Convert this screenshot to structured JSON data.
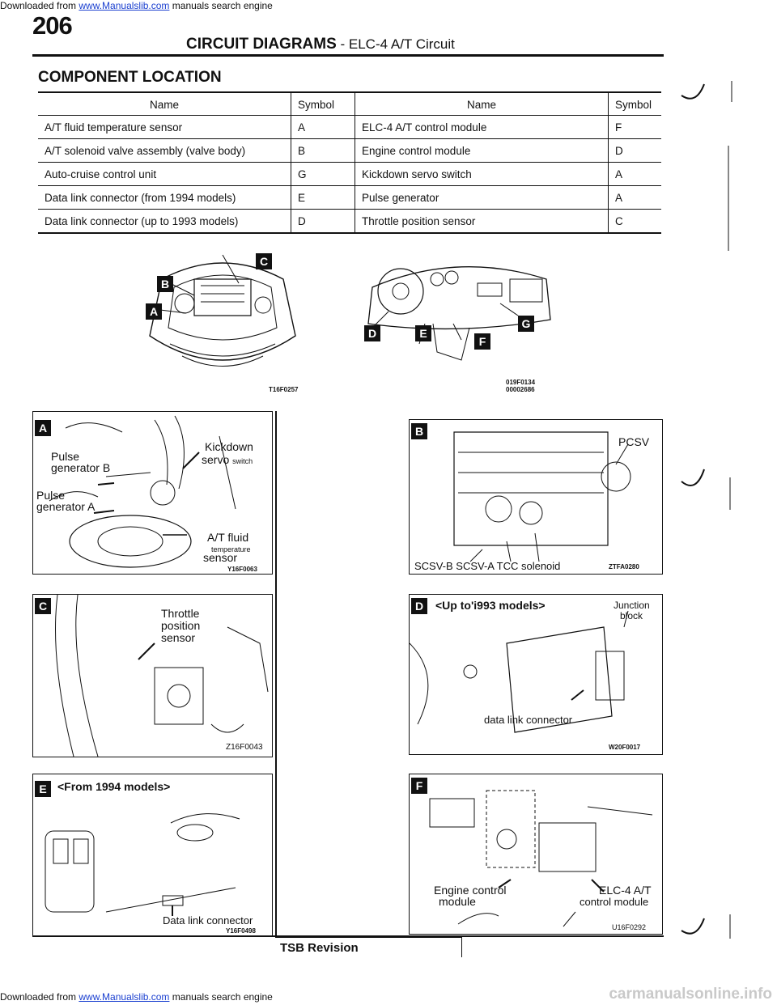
{
  "header": {
    "source_prefix": "Downloaded from ",
    "source_link": "www.Manualslib.com",
    "source_suffix": " manuals search engine",
    "page_number": "206",
    "title": "CIRCUIT DIAGRAMS",
    "title_sub": " - ELC-4 A/T Circuit"
  },
  "section_title": "COMPONENT LOCATION",
  "table": {
    "headers": [
      "Name",
      "Symbol",
      "Name",
      "Symbol"
    ],
    "rows": [
      [
        "A/T fluid temperature sensor",
        "A",
        "ELC-4 A/T control module",
        "F"
      ],
      [
        "A/T solenoid valve assembly (valve body)",
        "B",
        "Engine control module",
        "D"
      ],
      [
        "Auto-cruise control unit",
        "G",
        "Kickdown servo switch",
        "A"
      ],
      [
        "Data link connector (from 1994 models)",
        "E",
        "Pulse generator",
        "A"
      ],
      [
        "Data link connector (up to 1993 models)",
        "D",
        "Throttle position sensor",
        "C"
      ]
    ]
  },
  "overview": {
    "engine_bay_badges": [
      "C",
      "B",
      "A"
    ],
    "engine_bay_code": "T16F0257",
    "dash_badges": [
      "D",
      "E",
      "F",
      "G"
    ],
    "dash_code_1": "019F0134",
    "dash_code_2": "00002686"
  },
  "panels": {
    "a": {
      "badge": "A",
      "pulse_b": "Pulse\ngenerator B",
      "pulse_a": "Pulse\ngenerator A",
      "kickdown_1": "Kickdown",
      "kickdown_2": "servo",
      "kickdown_3": "switch",
      "fluid_1": "A/T fluid",
      "fluid_2": "temperature",
      "fluid_3": "sensor",
      "code": "Y16F0063"
    },
    "b": {
      "badge": "B",
      "pcsv": "PCSV",
      "solenoids": "SCSV-B SCSV-A TCC solenoid",
      "code": "ZTFA0280"
    },
    "c": {
      "badge": "C",
      "tps_1": "Throttle",
      "tps_2": "position",
      "tps_3": "sensor",
      "code": "Z16F0043"
    },
    "d": {
      "badge": "D",
      "title": "<Up to'i993 models>",
      "junction_1": "Junction",
      "junction_2": "block",
      "connector": "data link connector",
      "code": "W20F0017"
    },
    "e": {
      "badge": "E",
      "title": "<From 1994 models>",
      "connector": "Data link connector",
      "code": "Y16F0498"
    },
    "f": {
      "badge": "F",
      "ecm_1": "Engine control",
      "ecm_2": "module",
      "tcm_1": "ELC-4 A/T",
      "tcm_2": "control module",
      "code": "U16F0292"
    }
  },
  "footer": {
    "tsb": "TSB Revision",
    "watermark": "carmanualsonline.info"
  }
}
